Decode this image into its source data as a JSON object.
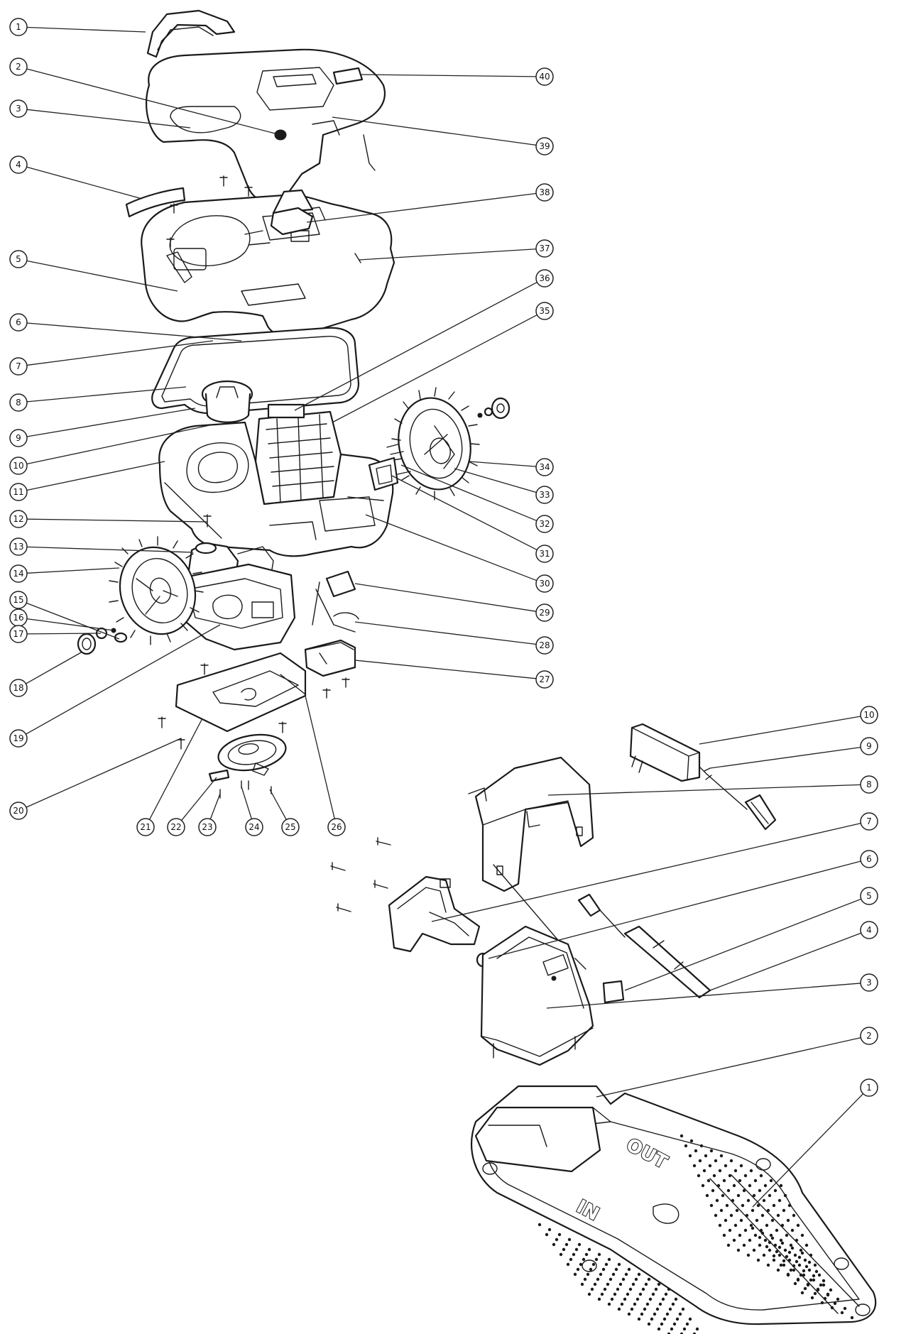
{
  "mower_callouts": [
    "1",
    "2",
    "3",
    "4",
    "5",
    "6",
    "7",
    "8",
    "9",
    "10",
    "11",
    "12",
    "13",
    "14",
    "15",
    "16",
    "17",
    "18",
    "19",
    "20",
    "21",
    "22",
    "23",
    "24",
    "25",
    "26",
    "27",
    "28",
    "29",
    "30",
    "31",
    "32",
    "33",
    "34",
    "35",
    "36",
    "37",
    "38",
    "39",
    "40"
  ],
  "station_callouts": [
    "10",
    "9",
    "8",
    "7",
    "6",
    "5",
    "4",
    "3",
    "2",
    "1"
  ],
  "base_plate_text": {
    "in": "IN",
    "out": "OUT"
  }
}
